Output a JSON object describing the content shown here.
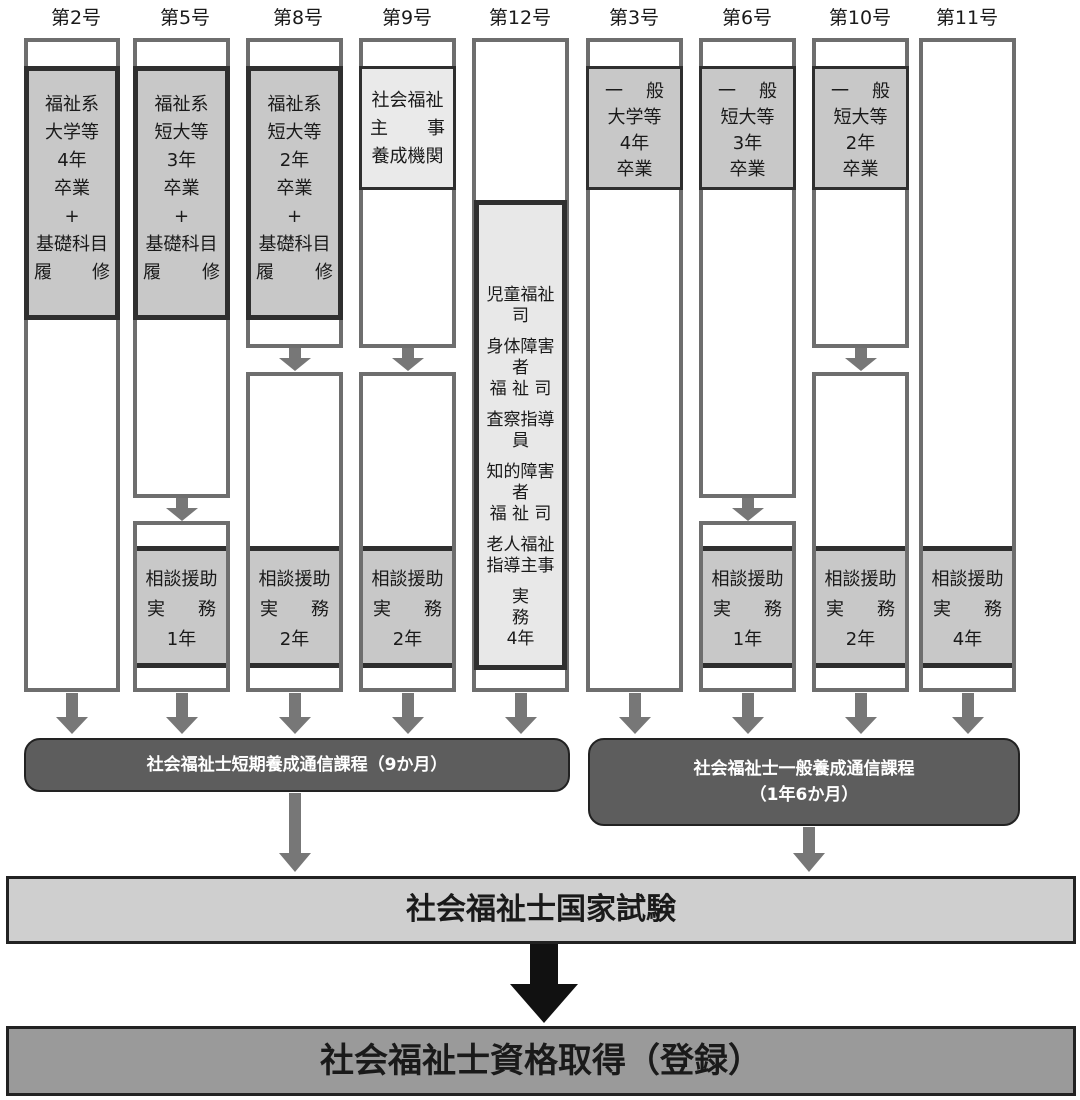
{
  "columns": [
    {
      "label": "第2号"
    },
    {
      "label": "第5号"
    },
    {
      "label": "第8号"
    },
    {
      "label": "第9号"
    },
    {
      "label": "第12号"
    },
    {
      "label": "第3号"
    },
    {
      "label": "第6号"
    },
    {
      "label": "第10号"
    },
    {
      "label": "第11号"
    }
  ],
  "qualifications": {
    "c2": {
      "line1": "福祉系",
      "line2": "大学等",
      "line3": "4年",
      "line4": "卒業",
      "line5": "+",
      "line6": "基礎科目",
      "line7a": "履",
      "line7b": "修"
    },
    "c5": {
      "line1": "福祉系",
      "line2": "短大等",
      "line3": "3年",
      "line4": "卒業",
      "line5": "+",
      "line6": "基礎科目",
      "line7a": "履",
      "line7b": "修"
    },
    "c8": {
      "line1": "福祉系",
      "line2": "短大等",
      "line3": "2年",
      "line4": "卒業",
      "line5": "+",
      "line6": "基礎科目",
      "line7a": "履",
      "line7b": "修"
    },
    "c9": {
      "line1": "社会福祉",
      "line2a": "主",
      "line2b": "事",
      "line3": "養成機関"
    },
    "c3": {
      "line1a": "一",
      "line1b": "般",
      "line2": "大学等",
      "line3": "4年",
      "line4": "卒業"
    },
    "c6": {
      "line1a": "一",
      "line1b": "般",
      "line2": "短大等",
      "line3": "3年",
      "line4": "卒業"
    },
    "c10": {
      "line1a": "一",
      "line1b": "般",
      "line2": "短大等",
      "line3": "2年",
      "line4": "卒業"
    }
  },
  "job_experience": {
    "item1": "児童福祉司",
    "item2a": "身体障害者",
    "item2b": "福 祉 司",
    "item3": "査察指導員",
    "item4a": "知的障害者",
    "item4b": "福 祉 司",
    "item5a": "老人福祉",
    "item5b": "指導主事",
    "item6a": "実",
    "item6b": "務",
    "item7": "4年"
  },
  "practice": {
    "label": "相談援助",
    "work_a": "実",
    "work_b": "務",
    "c5": "1年",
    "c8": "2年",
    "c9": "2年",
    "c6": "1年",
    "c10": "2年",
    "c11": "4年"
  },
  "courses": {
    "short": "社会福祉士短期養成通信課程（9か月）",
    "general_line1": "社会福祉士一般養成通信課程",
    "general_line2": "（1年6か月）"
  },
  "exam": "社会福祉士国家試験",
  "registration": "社会福祉士資格取得（登録）",
  "colors": {
    "dark_box": "#5d5d5d",
    "qual_fill": "#c8c8c8",
    "light_fill": "#e8e8e8",
    "arrow": "#777777",
    "exam_fill": "#cfcfcf",
    "reg_fill": "#9a9a9a",
    "border": "#6e6e6e"
  }
}
